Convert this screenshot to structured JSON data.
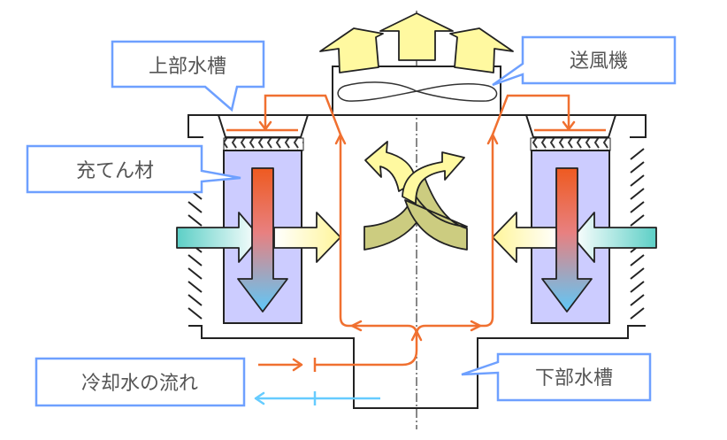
{
  "diagram": {
    "title": "冷却塔の構造",
    "labels": {
      "upper_tank": "上部水槽",
      "fan": "送風機",
      "fill_material": "充てん材",
      "lower_tank": "下部水槽",
      "legend": "冷却水の流れ"
    },
    "legend_items": [
      {
        "name": "hot-water-flow",
        "direction": "right",
        "color": "#f07030"
      },
      {
        "name": "cooled-water-flow",
        "direction": "left",
        "color": "#66ccff"
      }
    ],
    "colors": {
      "callout_border": "#6ea0ff",
      "label_text": "#555555",
      "water_flow": "#f07030",
      "cold_flow": "#66ccff",
      "fill_material": "#ccccff",
      "air_outlet": "#fff9a0",
      "air_inlet": "#5ccfc6",
      "swirl_under": "#cccc80",
      "water_hot": "#ee5a20",
      "water_cold": "#5ec8f8"
    }
  }
}
